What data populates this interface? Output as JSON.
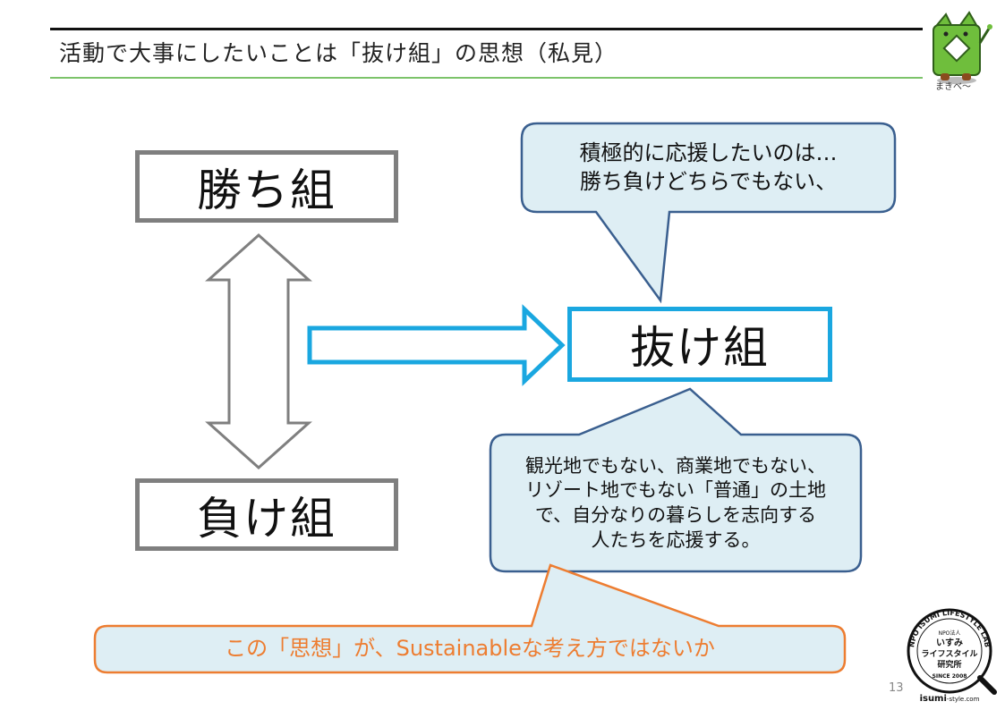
{
  "header": {
    "title": "活動で大事にしたいことは「抜け組」の思想（私見）"
  },
  "mascot": {
    "label": "まきべ～"
  },
  "diagram": {
    "winners_label": "勝ち組",
    "losers_label": "負け組",
    "dropouts_label": "抜け組"
  },
  "callouts": {
    "top": [
      "積極的に応援したいのは…",
      "勝ち負けどちらでもない、"
    ],
    "middle": [
      "観光地でもない、商業地でもない、",
      "リゾート地でもない「普通」の土地",
      "で、自分なりの暮らしを志向する",
      "人たちを応援する。"
    ],
    "bottom": "この「思想」が、Sustainableな考え方ではないか"
  },
  "logo": {
    "arc_text": "NPO ISUMI LIFESTYLE LAB",
    "org_prefix": "NPO法人",
    "name_line1": "いすみ",
    "name_line2": "ライフスタイル",
    "name_line3": "研究所",
    "since": "SINCE 2008",
    "url_strong": "isumi",
    "url_rest": "-style.com"
  },
  "page_number": "13",
  "colors": {
    "rule_green": "#7cc36a",
    "box_gray": "#7f7f7f",
    "box_blue": "#1aa7e0",
    "callout_fill": "#deeef4",
    "callout_border": "#3a5f8f",
    "bottom_border": "#ed7d31",
    "bottom_text": "#ed7d31"
  }
}
